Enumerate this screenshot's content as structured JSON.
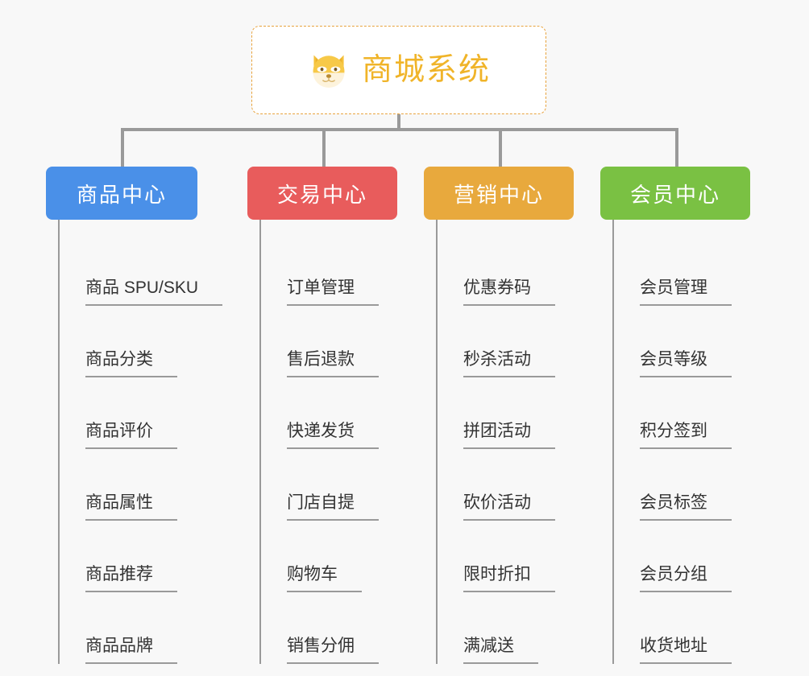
{
  "page": {
    "background_color": "#f8f8f8"
  },
  "root": {
    "title": "商城系统",
    "icon": "dog-face-icon",
    "border_color": "#e8a33d",
    "text_color": "#f0b429",
    "background_color": "#ffffff"
  },
  "columns": [
    {
      "label": "商品中心",
      "color": "#4a90e8",
      "items": [
        "商品 SPU/SKU",
        "商品分类",
        "商品评价",
        "商品属性",
        "商品推荐",
        "商品品牌"
      ]
    },
    {
      "label": "交易中心",
      "color": "#e85c5c",
      "items": [
        "订单管理",
        "售后退款",
        "快递发货",
        "门店自提",
        "购物车",
        "销售分佣"
      ]
    },
    {
      "label": "营销中心",
      "color": "#e8a93d",
      "items": [
        "优惠券码",
        "秒杀活动",
        "拼团活动",
        "砍价活动",
        "限时折扣",
        "满减送"
      ]
    },
    {
      "label": "会员中心",
      "color": "#7ac143",
      "items": [
        "会员管理",
        "会员等级",
        "积分签到",
        "会员标签",
        "会员分组",
        "收货地址"
      ]
    }
  ],
  "connector_color": "#9a9a9a"
}
